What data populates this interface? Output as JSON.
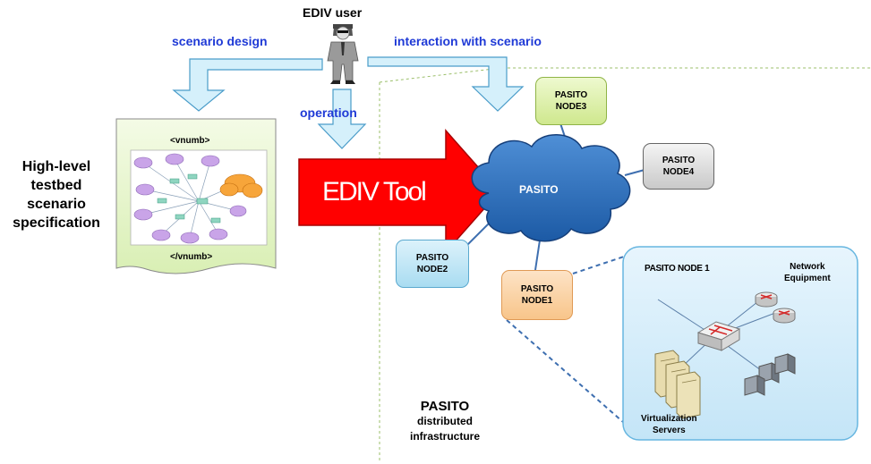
{
  "user": {
    "label": "EDIV user"
  },
  "labels": {
    "scenario_design": "scenario design",
    "interaction": "interaction with scenario",
    "operation": "operation"
  },
  "spec": {
    "title_lines": [
      "High-level",
      "testbed",
      "scenario",
      "specification"
    ],
    "tag_open": "<vnumb>",
    "tag_close": "</vnumb>"
  },
  "tool": {
    "label": "EDIV Tool"
  },
  "cloud": {
    "label": "PASITO"
  },
  "nodes": {
    "node1": {
      "line1": "PASITO",
      "line2": "NODE1"
    },
    "node2": {
      "line1": "PASITO",
      "line2": "NODE2"
    },
    "node3": {
      "line1": "PASITO",
      "line2": "NODE3"
    },
    "node4": {
      "line1": "PASITO",
      "line2": "NODE4"
    }
  },
  "detail": {
    "title": "PASITO NODE 1",
    "network_line1": "Network",
    "network_line2": "Equipment",
    "servers_line1": "Virtualization",
    "servers_line2": "Servers"
  },
  "infra": {
    "title": "PASITO",
    "line1": "distributed",
    "line2": "infrastructure"
  },
  "colors": {
    "label_blue": "#1f3ad6",
    "arrow_fill": "#d5f0fb",
    "arrow_stroke": "#4a9cc9",
    "tool_red": "#ff0000",
    "cloud_blue": "#2a6db5",
    "detail_box": "#d6eefb",
    "dashed_green": "#9bbf6a",
    "dashed_blue": "#3e6fb0"
  }
}
